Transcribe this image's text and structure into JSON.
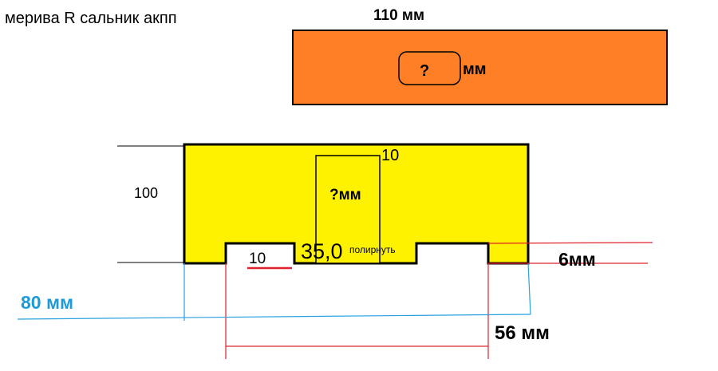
{
  "title": "мерива R сальник акпп",
  "top_part": {
    "width_label": "110 мм",
    "hole_label": "?",
    "hole_unit": "мм",
    "fill_color": "#ff7f27"
  },
  "bottom_part": {
    "fill_color": "#fff200",
    "height_label": "100",
    "slot_label": "?мм",
    "slot_width_label": "10",
    "notch_label": "10",
    "center_value": "35,0",
    "center_note": "полирнуть",
    "depth_label": "6мм",
    "inner_width_label": "56 мм",
    "outer_width_label": "80 мм"
  },
  "colors": {
    "outline": "#000000",
    "red_dimension": "#e0202a",
    "blue_dimension": "#2aa0e0",
    "blue_text": "#1e9ad6"
  }
}
